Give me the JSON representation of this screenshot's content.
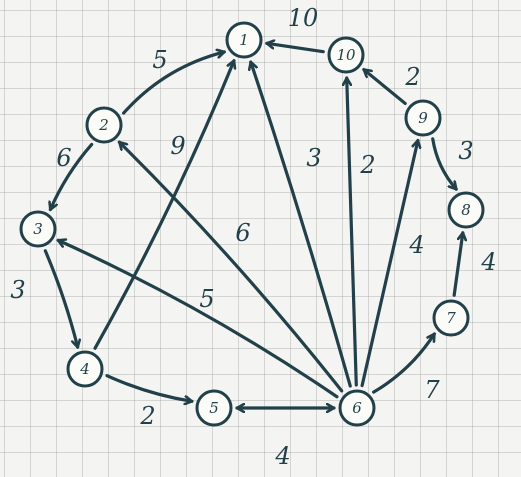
{
  "diagram": {
    "nodes": [
      {
        "id": "1",
        "label": "1"
      },
      {
        "id": "2",
        "label": "2"
      },
      {
        "id": "3",
        "label": "3"
      },
      {
        "id": "4",
        "label": "4"
      },
      {
        "id": "5",
        "label": "5"
      },
      {
        "id": "6",
        "label": "6"
      },
      {
        "id": "7",
        "label": "7"
      },
      {
        "id": "8",
        "label": "8"
      },
      {
        "id": "9",
        "label": "9"
      },
      {
        "id": "10",
        "label": "10"
      }
    ],
    "edges": [
      {
        "from": "10",
        "to": "1",
        "weight": "10",
        "directed": "forward"
      },
      {
        "from": "2",
        "to": "1",
        "weight": "5",
        "directed": "forward"
      },
      {
        "from": "2",
        "to": "3",
        "weight": "6",
        "directed": "forward"
      },
      {
        "from": "3",
        "to": "4",
        "weight": "3",
        "directed": "forward"
      },
      {
        "from": "4",
        "to": "1",
        "weight": "9",
        "directed": "forward"
      },
      {
        "from": "4",
        "to": "5",
        "weight": "2",
        "directed": "forward"
      },
      {
        "from": "5",
        "to": "6",
        "weight": "4",
        "directed": "both"
      },
      {
        "from": "6",
        "to": "2",
        "weight": "6",
        "directed": "forward"
      },
      {
        "from": "6",
        "to": "3",
        "weight": "5",
        "directed": "forward"
      },
      {
        "from": "6",
        "to": "1",
        "weight": "3",
        "directed": "forward"
      },
      {
        "from": "6",
        "to": "10",
        "weight": "2",
        "directed": "forward"
      },
      {
        "from": "6",
        "to": "9",
        "weight": "4",
        "directed": "forward"
      },
      {
        "from": "6",
        "to": "7",
        "weight": "7",
        "directed": "forward"
      },
      {
        "from": "9",
        "to": "10",
        "weight": "2",
        "directed": "forward"
      },
      {
        "from": "9",
        "to": "8",
        "weight": "3",
        "directed": "forward"
      },
      {
        "from": "7",
        "to": "8",
        "weight": "4",
        "directed": "forward"
      }
    ],
    "colors": {
      "ink": "#22404a",
      "paper": "#f4f4f2",
      "grid": "#c8c8c8"
    }
  }
}
